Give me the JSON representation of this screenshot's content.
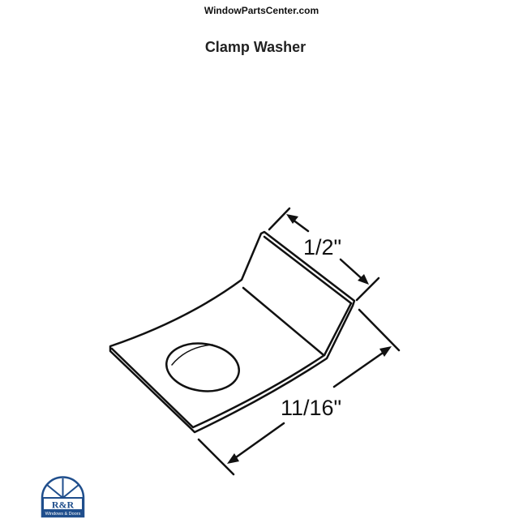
{
  "header": {
    "site": "WindowPartsCenter.com",
    "title": "Clamp Washer"
  },
  "diagram": {
    "part": "Clamp Washer",
    "dimensions": {
      "tab_width": "1/2\"",
      "length": "11/16\""
    }
  },
  "logo": {
    "text": "R&R",
    "subtext": "Windows & Doors",
    "color": "#1f4e8c"
  }
}
